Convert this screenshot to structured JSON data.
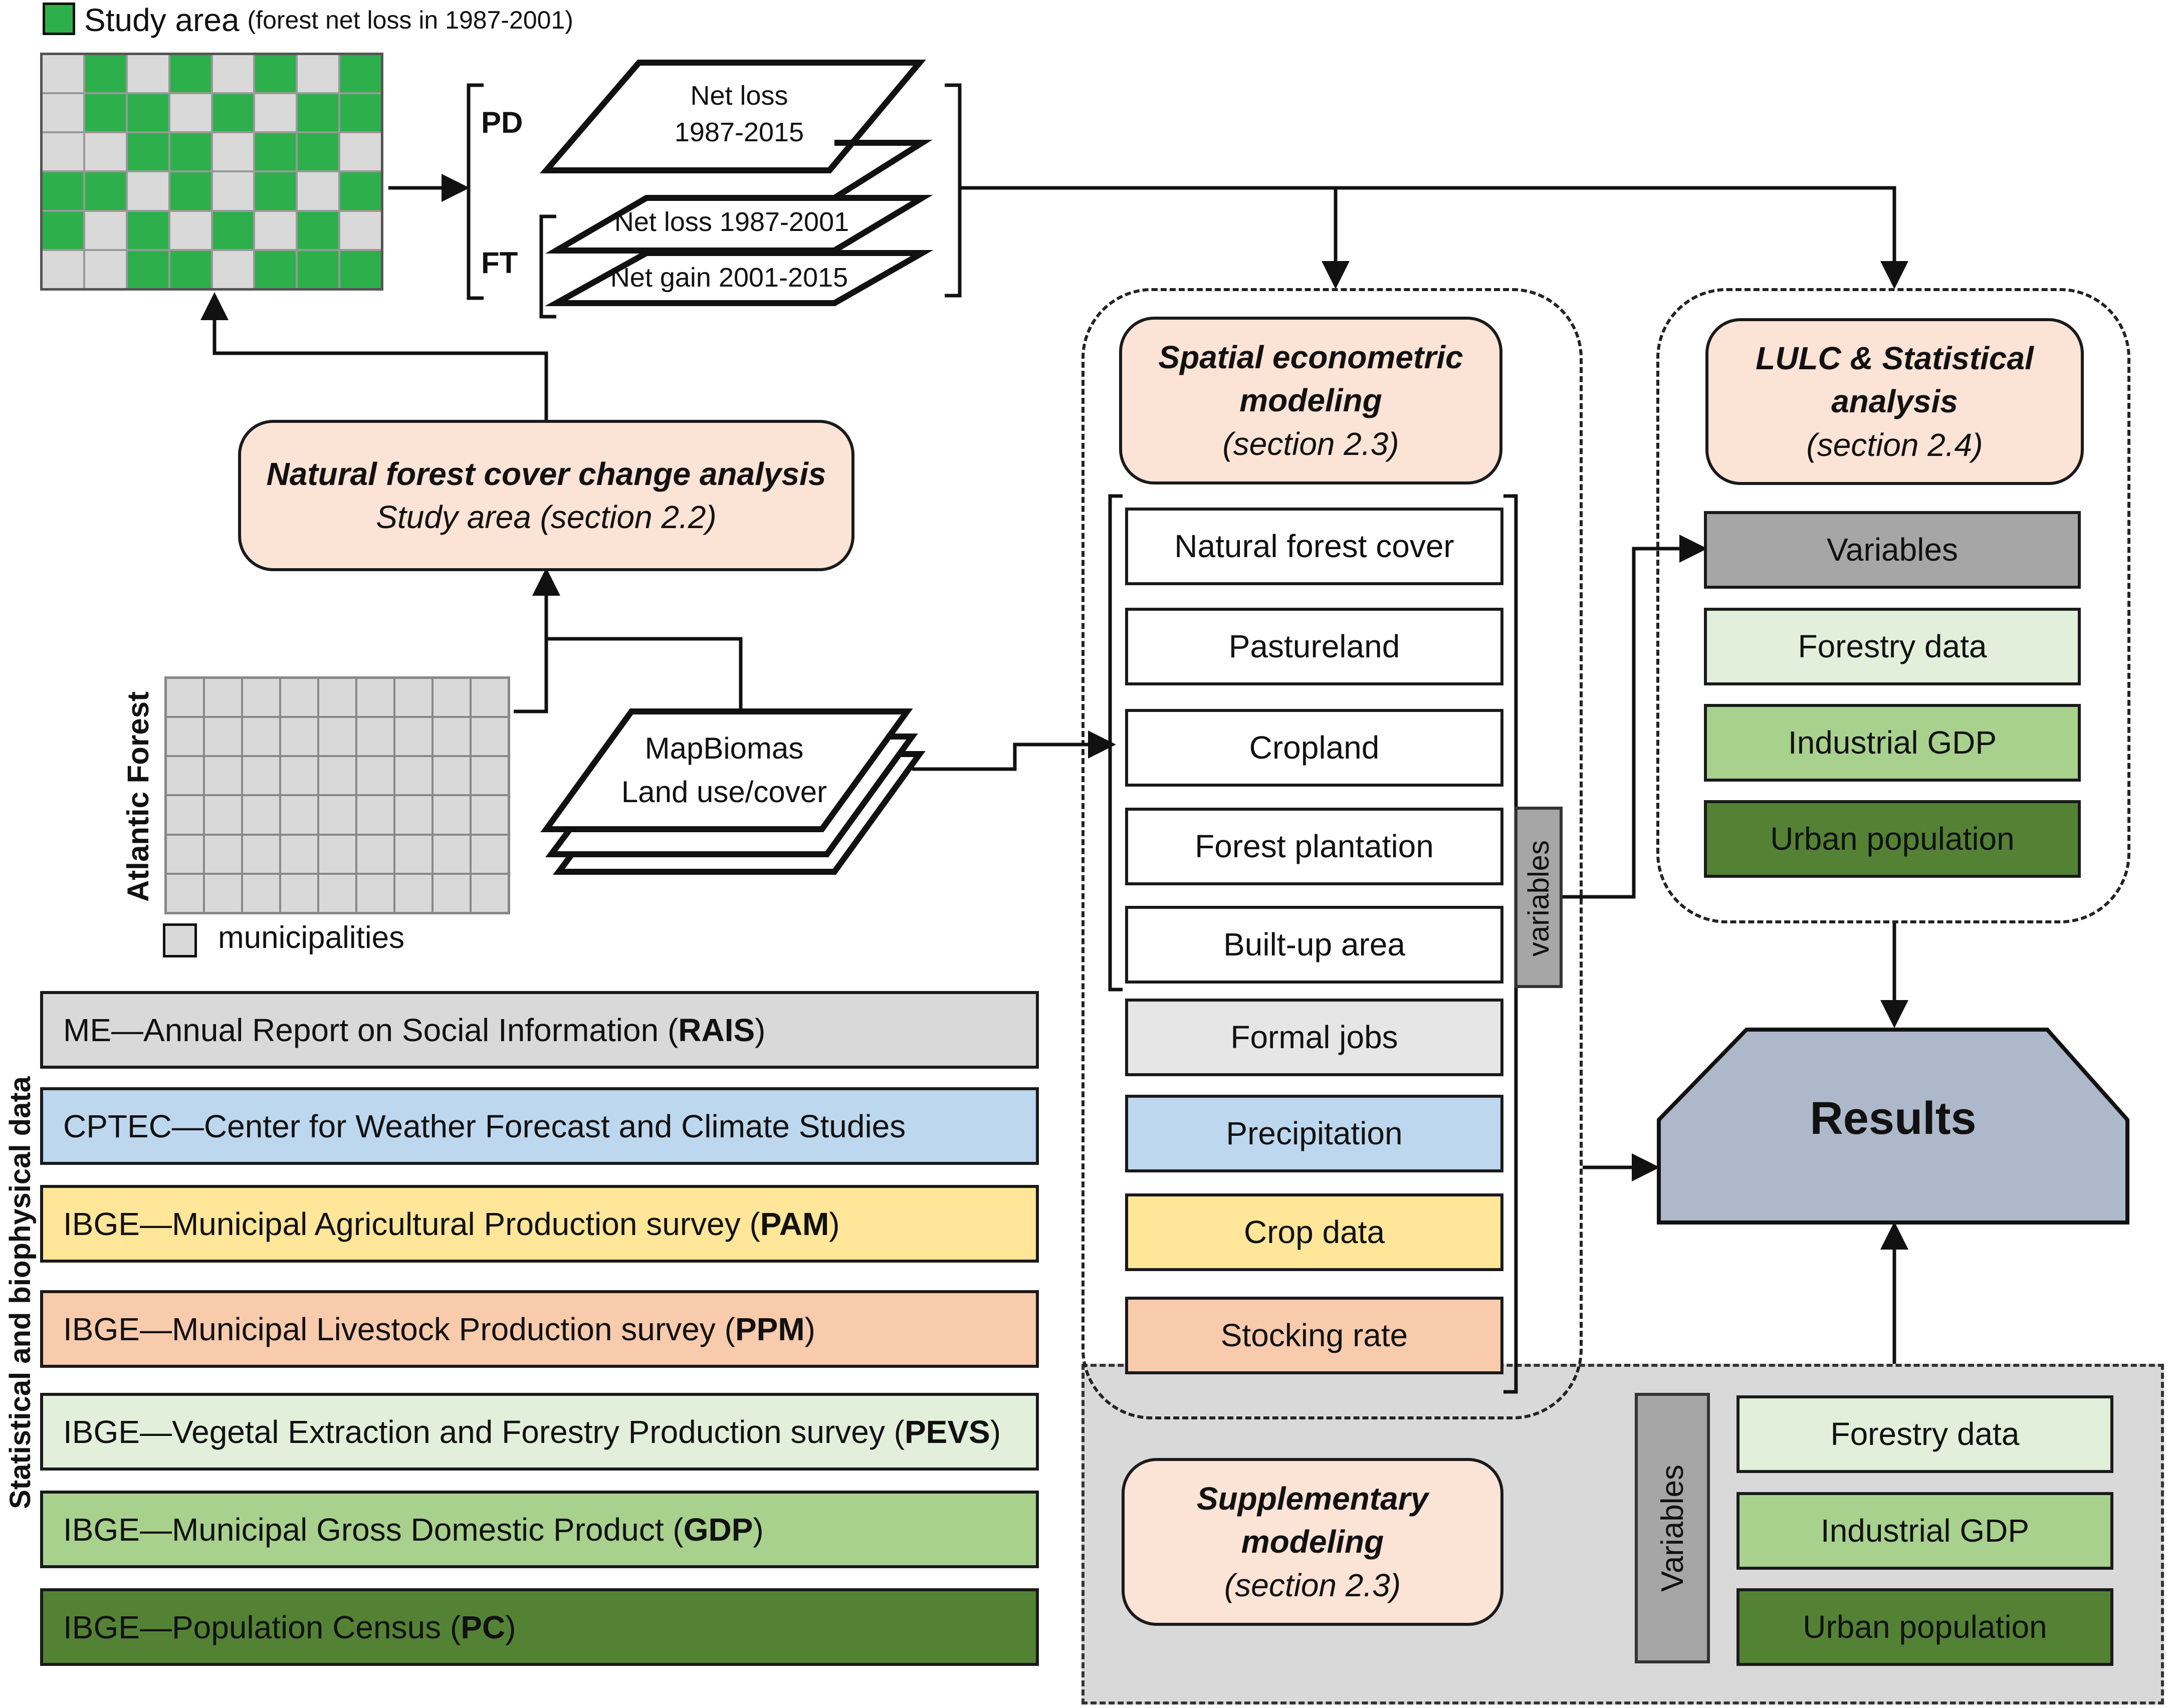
{
  "study_area_legend": {
    "label": "Study area",
    "note": "(forest net loss in 1987-2001)",
    "color": "#2db04b"
  },
  "study_grid": {
    "rows": [
      [
        0,
        1,
        0,
        1,
        0,
        1,
        0,
        1
      ],
      [
        0,
        1,
        1,
        0,
        1,
        0,
        1,
        1
      ],
      [
        0,
        0,
        1,
        1,
        0,
        1,
        1,
        0
      ],
      [
        1,
        1,
        0,
        1,
        0,
        1,
        0,
        1
      ],
      [
        1,
        0,
        1,
        0,
        1,
        0,
        1,
        0
      ],
      [
        0,
        0,
        1,
        1,
        0,
        1,
        1,
        1
      ]
    ]
  },
  "pd_label": "PD",
  "ft_label": "FT",
  "layers": {
    "net_loss_1987_2015_line1": "Net loss",
    "net_loss_1987_2015_line2": "1987-2015",
    "net_loss_1987_2001": "Net loss 1987-2001",
    "net_gain_2001_2015": "Net gain 2001-2015"
  },
  "natural_forest": {
    "title": "Natural forest cover change analysis",
    "subtitle": "Study area (section 2.2)"
  },
  "atlantic_forest_label": "Atlantic Forest",
  "municipalities_label": "municipalities",
  "mapbiomas": {
    "line1": "MapBiomas",
    "line2": "Land use/cover"
  },
  "statistical_label": "Statistical and biophysical data",
  "sources": [
    {
      "pre": "ME—Annual Report on Social Information (",
      "bold": "RAIS",
      "post": ")",
      "color": "#d9d9d9"
    },
    {
      "pre": "CPTEC—Center for Weather Forecast and Climate Studies",
      "bold": "",
      "post": "",
      "color": "#bdd7ee"
    },
    {
      "pre": "IBGE—Municipal Agricultural Production survey (",
      "bold": "PAM",
      "post": ")",
      "color": "#ffe699"
    },
    {
      "pre": "IBGE—Municipal Livestock Production survey (",
      "bold": "PPM",
      "post": ")",
      "color": "#f8cbad"
    },
    {
      "pre": "IBGE—Vegetal Extraction and Forestry Production survey (",
      "bold": "PEVS",
      "post": ")",
      "color": "#e2efda"
    },
    {
      "pre": "IBGE—Municipal Gross Domestic Product (",
      "bold": "GDP",
      "post": ")",
      "color": "#a9d18e"
    },
    {
      "pre": "IBGE—Population Census (",
      "bold": "PC",
      "post": ")",
      "color": "#548235"
    }
  ],
  "spatial": {
    "line1": "Spatial econometric",
    "line2": "modeling",
    "line3": "(section 2.3)"
  },
  "spatial_vars": [
    {
      "label": "Natural forest cover",
      "color": "#ffffff"
    },
    {
      "label": "Pastureland",
      "color": "#ffffff"
    },
    {
      "label": "Cropland",
      "color": "#ffffff"
    },
    {
      "label": "Forest plantation",
      "color": "#ffffff"
    },
    {
      "label": "Built-up area",
      "color": "#ffffff"
    },
    {
      "label": "Formal jobs",
      "color": "#e7e6e6"
    },
    {
      "label": "Precipitation",
      "color": "#bdd7ee"
    },
    {
      "label": "Crop data",
      "color": "#ffe699"
    },
    {
      "label": "Stocking rate",
      "color": "#f8cbad"
    }
  ],
  "variables_tag": "variables",
  "lulc": {
    "line1": "LULC & Statistical",
    "line2": "analysis",
    "line3": "(section 2.4)"
  },
  "lulc_vars": [
    {
      "label": "Variables",
      "color": "#a6a6a6"
    },
    {
      "label": "Forestry data",
      "color": "#e2efda"
    },
    {
      "label": "Industrial GDP",
      "color": "#a9d18e"
    },
    {
      "label": "Urban population",
      "color": "#548235"
    }
  ],
  "results_label": "Results",
  "supplementary": {
    "line1": "Supplementary",
    "line2": "modeling",
    "line3": "(section 2.3)"
  },
  "supp_variables_tag": "Variables",
  "supp_vars": [
    {
      "label": "Forestry data",
      "color": "#e2efda"
    },
    {
      "label": "Industrial GDP",
      "color": "#a9d18e"
    },
    {
      "label": "Urban population",
      "color": "#548235"
    }
  ],
  "colors": {
    "green_cell": "#2db04b",
    "grey_cell": "#d9d9d9",
    "results_fill": "#adb9ca",
    "supp_bg": "#d9d9d9"
  }
}
